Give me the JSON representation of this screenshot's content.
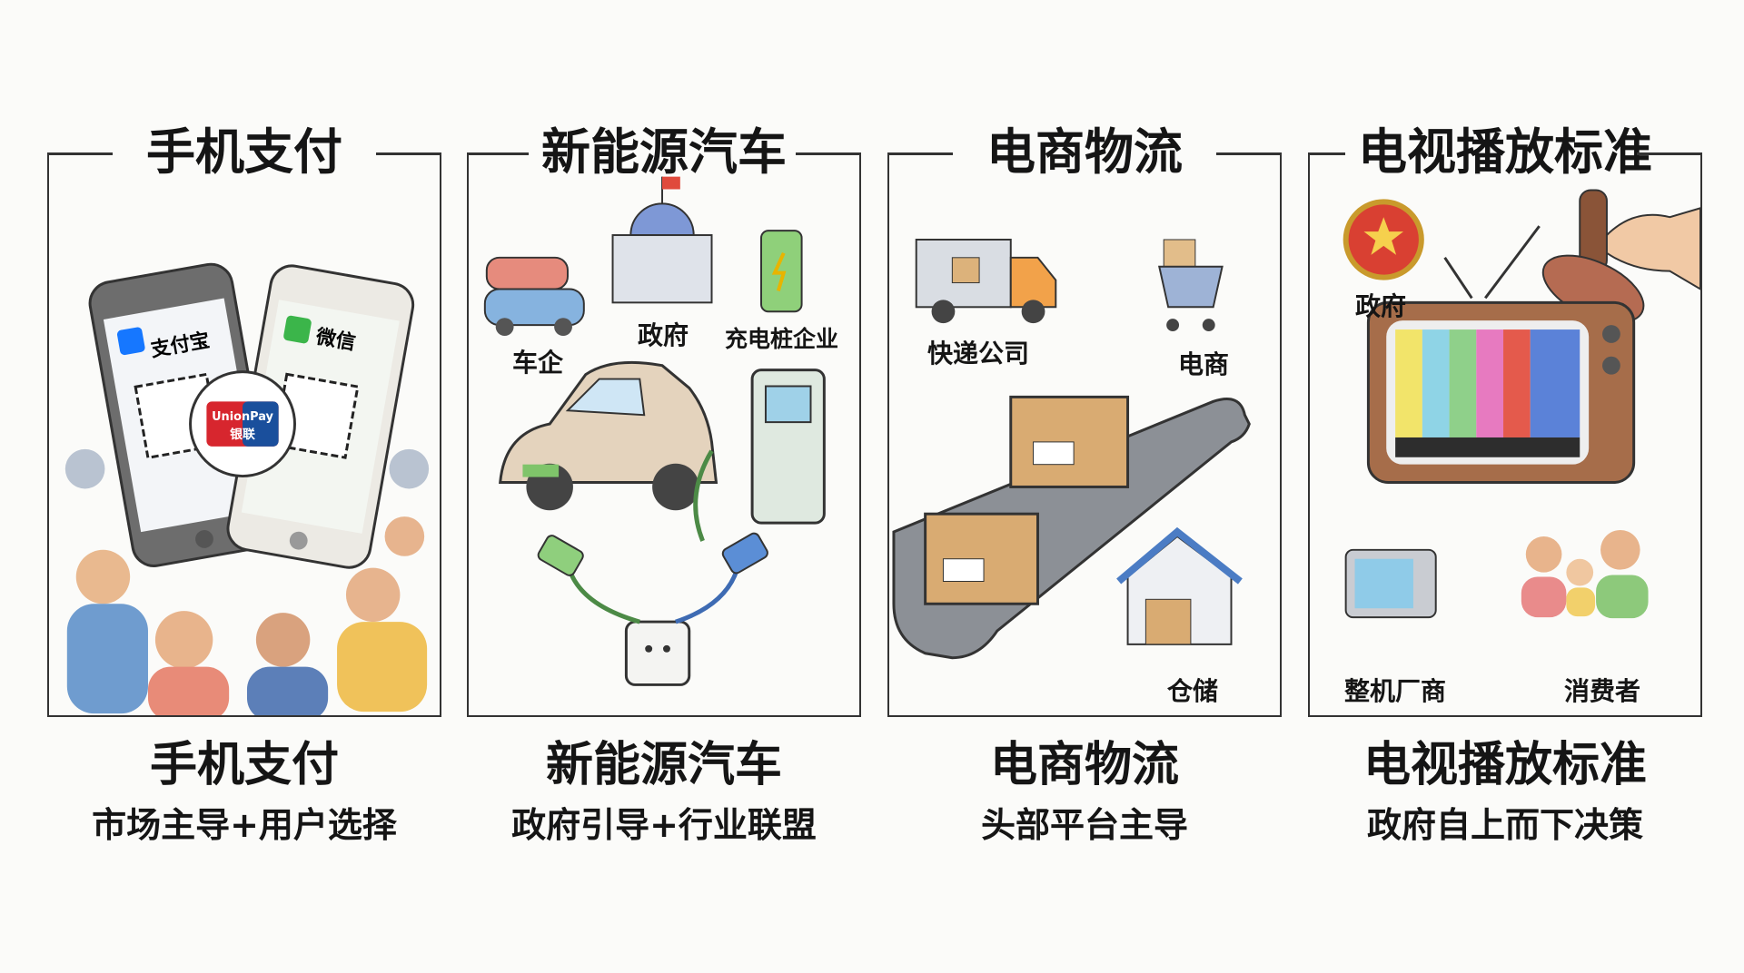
{
  "panels": [
    {
      "title": "手机支付",
      "labels": [
        "支付宝",
        "微信",
        "UnionPay",
        "银联"
      ],
      "caption_title": "手机支付",
      "caption_sub": "市场主导+用户选择"
    },
    {
      "title": "新能源汽车",
      "labels": [
        "车企",
        "政府",
        "充电桩企业"
      ],
      "caption_title": "新能源汽车",
      "caption_sub": "政府引导+行业联盟"
    },
    {
      "title": "电商物流",
      "labels": [
        "快递公司",
        "电商",
        "仓储"
      ],
      "caption_title": "电商物流",
      "caption_sub": "头部平台主导"
    },
    {
      "title": "电视播放标准",
      "labels": [
        "政府",
        "整机厂商",
        "消费者"
      ],
      "caption_title": "电视播放标准",
      "caption_sub": "政府自上而下决策"
    }
  ]
}
